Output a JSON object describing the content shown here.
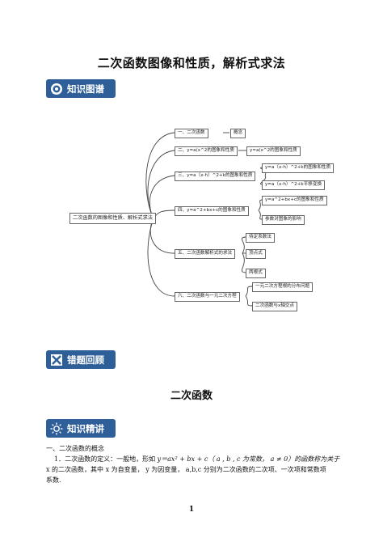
{
  "page": {
    "title": "二次函数图像和性质，解析式求法",
    "page_number": "1"
  },
  "banners": {
    "knowledge_map": "知识图谱",
    "error_review": "错题回顾",
    "knowledge_lecture": "知识精讲"
  },
  "mindmap": {
    "root": "二次函数的图像和性质、解析式求法",
    "nodes": {
      "n1": "一、二次函数",
      "n1a": "概念",
      "n2": "二、y=a(x^2的图象和性质",
      "n2a": "y=a(x^2的图象和性质",
      "n3": "三、y=a（x-h）^2+k的图象和性质",
      "n3a": "y=a（x-h）^2+k的图象和性质",
      "n3b": "y=a（x-h）^2+k平移变换",
      "n4": "四、y=a^2+bx+c的图象和性质",
      "n4a": "y=a^2+bx+c的图象和性质",
      "n4b": "参数对图象的影响",
      "n5": "五、二次函数解析式的求法",
      "n5a": "待定系数法",
      "n5b": "顶点式",
      "n5c": "两根式",
      "n6": "六、二次函数与一元二次方程",
      "n6a": "一元二次方程根的分布问题",
      "n6b": "二次函数与x轴交点"
    }
  },
  "section": {
    "title": "二次函数"
  },
  "content": {
    "heading": "一、二次函数的概念",
    "def_prefix": "1．二次函数的定义：一般地，形如",
    "def_formula": "y＝ax² + bx + c（ a , b , c 为常数， a ≠ 0）的函数称为关于",
    "line2": "x 的二次函数，其中 x 为自变量， y 为因变量， a,b,c 分别为二次函数的二次项、一次项和常数项",
    "line3": "系数."
  },
  "colors": {
    "banner": "#2f5f98",
    "branch_line": "#444444"
  }
}
